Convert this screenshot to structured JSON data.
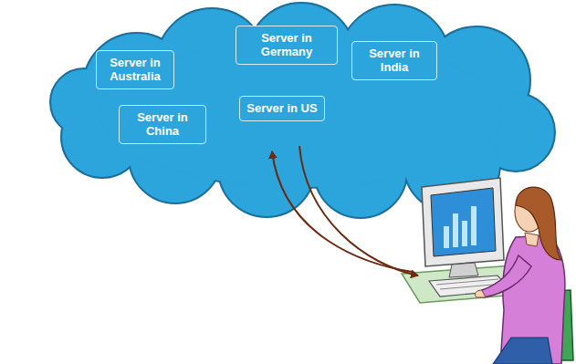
{
  "diagram": {
    "nodes": [
      {
        "text": [
          "Server in Australia"
        ]
      },
      {
        "text": [
          "Server in Germany"
        ]
      },
      {
        "text": [
          "Server in India"
        ]
      },
      {
        "text": [
          "Server in China"
        ]
      },
      {
        "text": [
          "Server in US"
        ]
      }
    ]
  }
}
